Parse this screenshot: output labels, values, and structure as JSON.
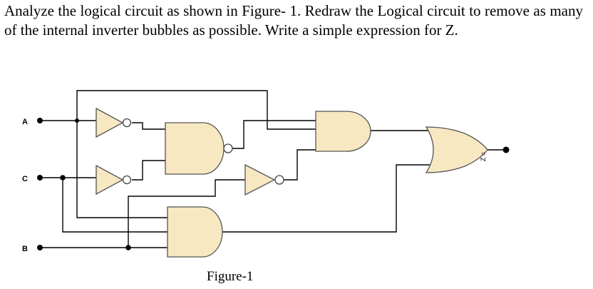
{
  "question": {
    "text": "Analyze the logical circuit as shown in Figure- 1. Redraw the Logical circuit to remove as many of the internal inverter bubbles as possible. Write a simple expression for Z."
  },
  "figure": {
    "caption": "Figure-1",
    "inputs": [
      "A",
      "C",
      "B"
    ],
    "output_label": "Z ="
  },
  "colors": {
    "gate_fill": "#f7e8c2",
    "wire": "#000000"
  }
}
